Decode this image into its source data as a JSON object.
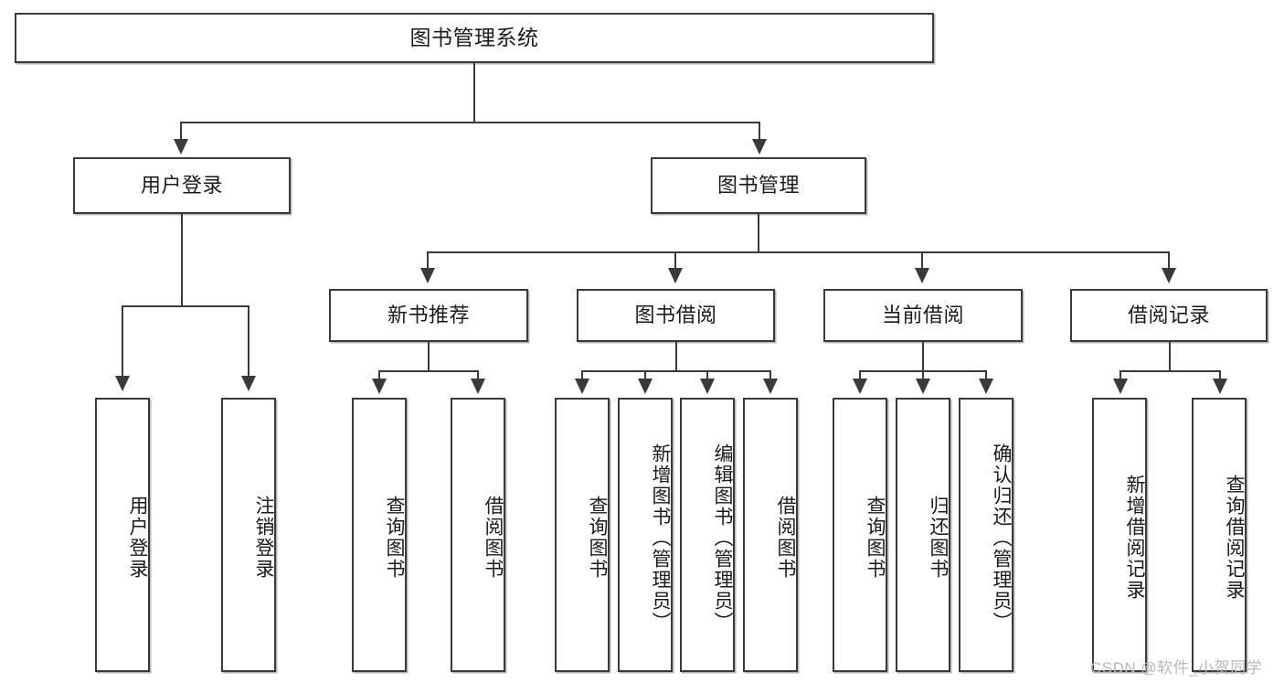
{
  "diagram": {
    "title": "图书管理系统",
    "type": "hierarchy-tree",
    "root": {
      "label": "图书管理系统"
    },
    "level1": [
      {
        "label": "用户登录"
      },
      {
        "label": "图书管理"
      }
    ],
    "level2": [
      {
        "label": "新书推荐"
      },
      {
        "label": "图书借阅"
      },
      {
        "label": "当前借阅"
      },
      {
        "label": "借阅记录"
      }
    ],
    "leaves": {
      "user_login": [
        {
          "label": "用户登录"
        },
        {
          "label": "注销登录"
        }
      ],
      "new_book_recommend": [
        {
          "label": "查询图书"
        },
        {
          "label": "借阅图书"
        }
      ],
      "book_borrow": [
        {
          "label": "查询图书"
        },
        {
          "label": "新增图书（管理员）"
        },
        {
          "label": "编辑图书（管理员）"
        },
        {
          "label": "借阅图书"
        }
      ],
      "current_borrow": [
        {
          "label": "查询图书"
        },
        {
          "label": "归还图书"
        },
        {
          "label": "确认归还（管理员）"
        }
      ],
      "borrow_record": [
        {
          "label": "新增借阅记录"
        },
        {
          "label": "查询借阅记录"
        }
      ]
    }
  },
  "watermark": {
    "text": "CSDN @软件_小贺同学"
  },
  "colors": {
    "stroke": "#3a3a3a",
    "fill": "#ffffff",
    "text": "#1b1b1b",
    "watermark": "#b9b9b9"
  }
}
